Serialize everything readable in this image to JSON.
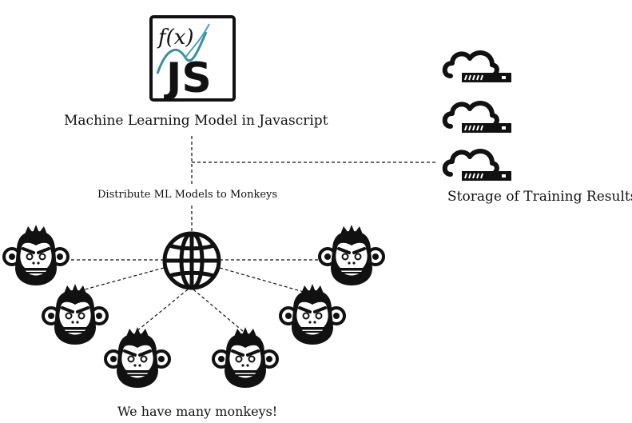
{
  "logo": {
    "formula_text": "f(x)",
    "letters": "JS"
  },
  "labels": {
    "model": "Machine Learning Model in Javascript",
    "distribute": "Distribute ML Models to Monkeys",
    "storage": "Storage of Training Results",
    "monkeys": "We have many monkeys!"
  },
  "colors": {
    "ink": "#111111",
    "logo_curve": "#3a8fa0",
    "logo_curve2": "#4aa3b5"
  },
  "icons": {
    "logo": "fx-js-logo-icon",
    "globe": "globe-icon",
    "cloud_server": "cloud-server-icon",
    "monkey": "monkey-face-icon"
  }
}
